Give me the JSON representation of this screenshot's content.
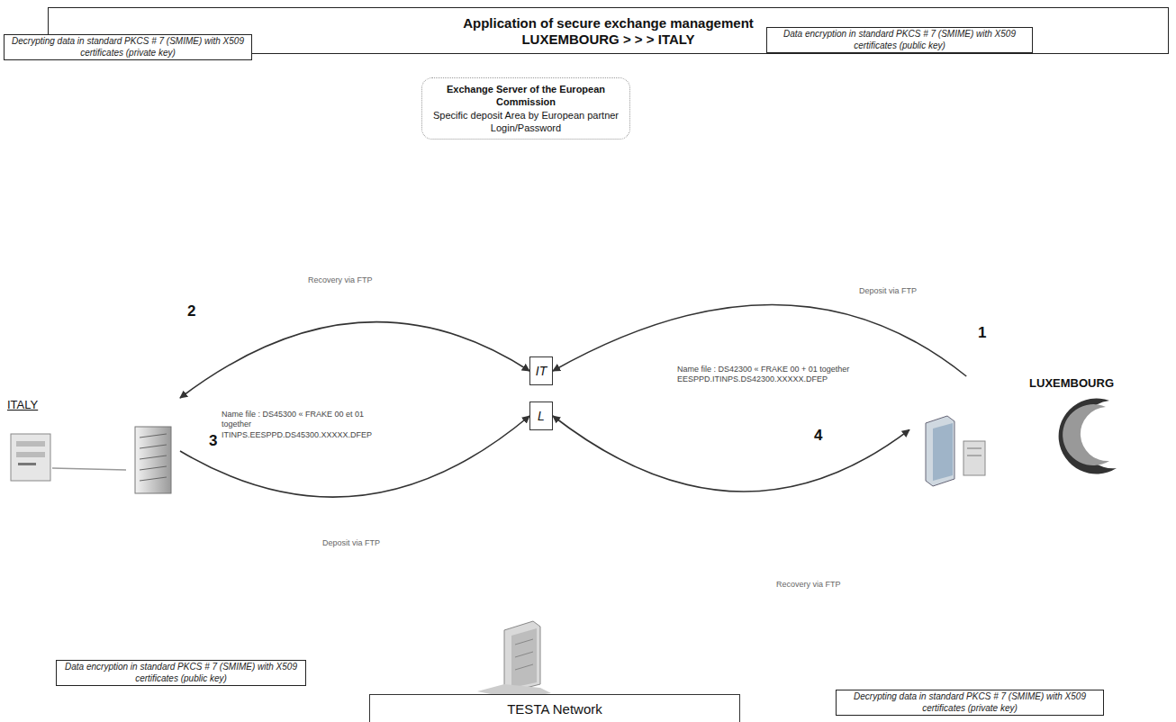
{
  "diagram": {
    "title": "Application of secure exchange management",
    "nodes": [
      {
        "text": [
          "Exchange Server of the European Commission",
          "Specific deposit Area by European partner Login/Password"
        ]
      },
      {
        "text": [
          "Data encryption in standard PKCS # 7 (SMIME) with X509 certificates (public key)"
        ]
      },
      {
        "text": [
          "Decrypting data in standard PKCS # 7 (SMIME) with X509 certificates (private key)"
        ]
      },
      {
        "text": [
          "IT"
        ]
      },
      {
        "text": [
          "L"
        ]
      },
      {
        "text": [
          "ITALY"
        ]
      },
      {
        "text": [
          "LUXEMBOURG"
        ]
      },
      {
        "text": [
          "Data encryption in standard PKCS # 7 (SMIME) with X509 certificates (public key)"
        ]
      },
      {
        "text": [
          "Decrypting data in standard PKCS # 7 (SMIME) with X509 certificates (private key)"
        ]
      },
      {
        "text": [
          "TESTA Network"
        ]
      }
    ],
    "edges": [
      {
        "from": 6,
        "to": 3,
        "arrow": "to",
        "label": "Deposit via FTP"
      },
      {
        "from": 3,
        "to": 5,
        "arrow": "both",
        "label": "Recovery via FTP"
      },
      {
        "from": 5,
        "to": 4,
        "arrow": "to",
        "label": "Deposit via FTP"
      },
      {
        "from": 4,
        "to": 6,
        "arrow": "both",
        "label": "Recovery via FTP"
      }
    ],
    "labels": [
      "LUXEMBOURG > > > ITALY",
      "1",
      "2",
      "3",
      "4",
      "Name file : DS42300 « FRAKE 00 + 01 together EESPPD.ITINPS.DS42300.XXXXX.DFEP",
      "Name file : DS45300 « FRAKE 00 et 01 together ITINPS.EESPPD.DS45300.XXXXX.DFEP"
    ]
  }
}
